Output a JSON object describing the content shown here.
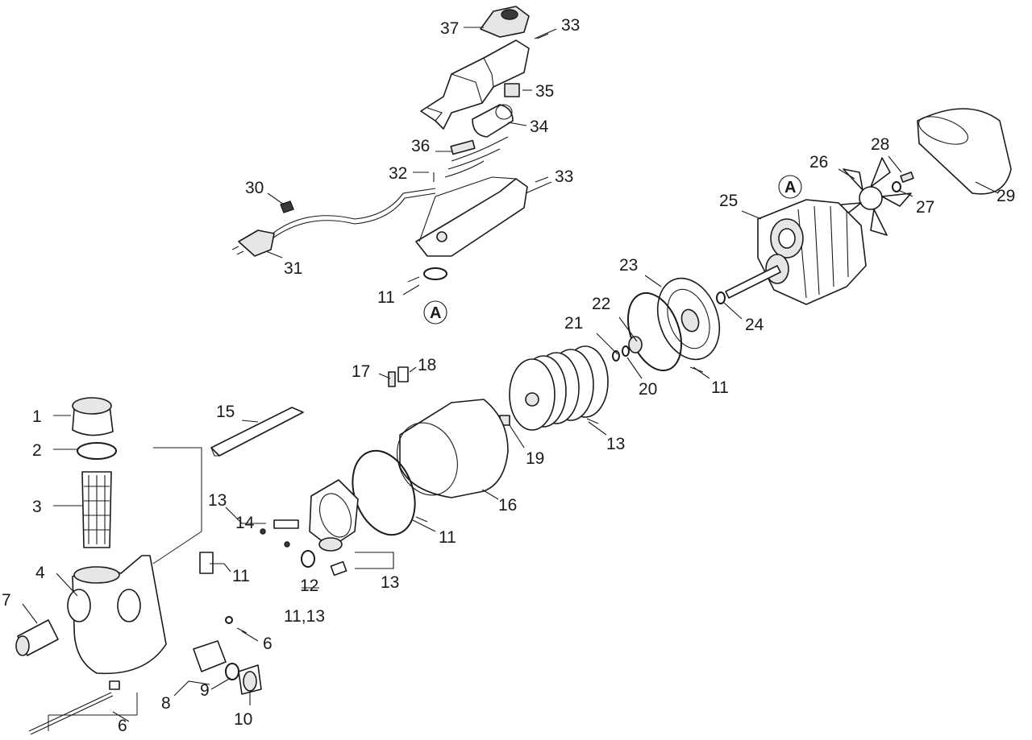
{
  "callouts": {
    "c1": "1",
    "c2": "2",
    "c3": "3",
    "c4": "4",
    "c6a": "6",
    "c6b": "6",
    "c7": "7",
    "c8": "8",
    "c9": "9",
    "c10": "10",
    "c11a": "11",
    "c11b": "11",
    "c11c": "11",
    "c11d": "11",
    "c11e": "11,13",
    "c12": "12",
    "c13a": "13",
    "c13b": "13",
    "c13c": "13",
    "c14": "14",
    "c15": "15",
    "c16": "16",
    "c17": "17",
    "c18": "18",
    "c19": "19",
    "c20": "20",
    "c21": "21",
    "c22": "22",
    "c23": "23",
    "c24": "24",
    "c25": "25",
    "c26": "26",
    "c27": "27",
    "c28": "28",
    "c29": "29",
    "c30": "30",
    "c31": "31",
    "c32": "32",
    "c33a": "33",
    "c33b": "33",
    "c34": "34",
    "c35": "35",
    "c36": "36",
    "c37": "37"
  },
  "reference_marks": {
    "a_upper": "A",
    "a_lower": "A"
  }
}
